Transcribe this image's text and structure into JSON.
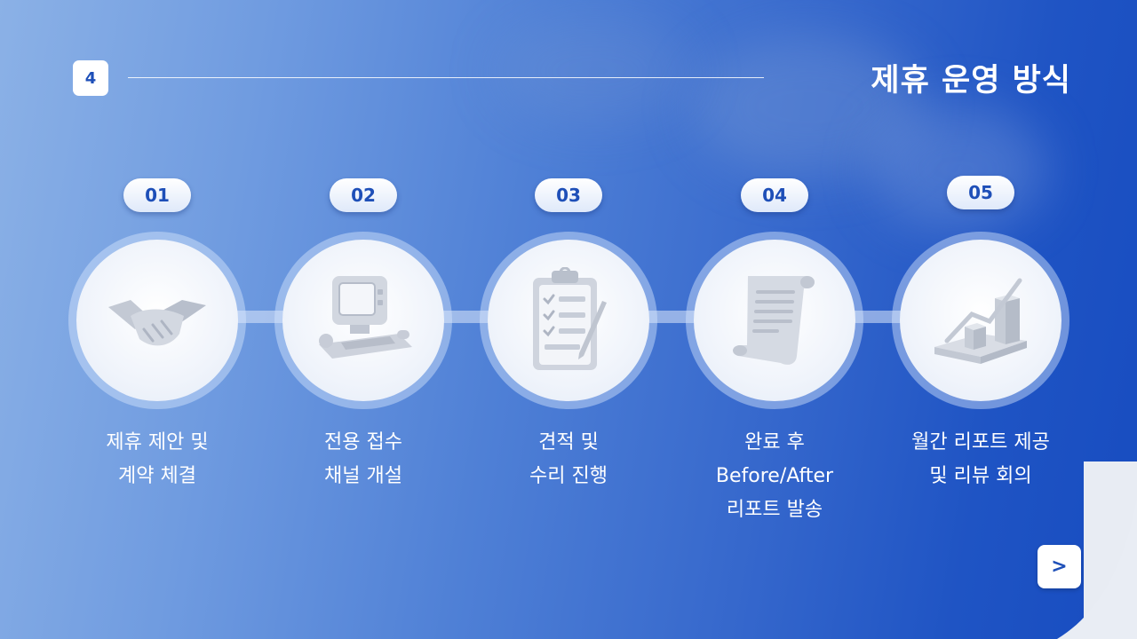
{
  "slide": {
    "page_number": "4",
    "title": "제휴 운영 방식",
    "next_button_label": ">"
  },
  "steps": [
    {
      "number": "01",
      "icon": "handshake-icon",
      "lines": [
        "제휴 제안 및",
        "계약 체결"
      ]
    },
    {
      "number": "02",
      "icon": "computer-icon",
      "lines": [
        "전용 접수",
        "채널 개설"
      ]
    },
    {
      "number": "03",
      "icon": "clipboard-checklist-icon",
      "lines": [
        "견적 및",
        "수리 진행"
      ]
    },
    {
      "number": "04",
      "icon": "scroll-report-icon",
      "lines": [
        "완료 후",
        "Before/After",
        "리포트 발송"
      ]
    },
    {
      "number": "05",
      "icon": "growth-chart-icon",
      "lines": [
        "월간 리포트 제공",
        "및 리뷰 회의"
      ]
    }
  ],
  "colors": {
    "accent": "#1e4fb8",
    "background_start": "#8bb1e6",
    "background_end": "#174cc0",
    "icon_gray": "#c9ced8"
  }
}
